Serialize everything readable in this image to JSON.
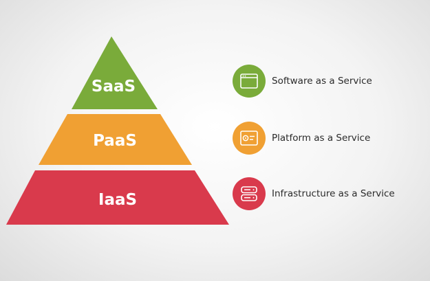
{
  "tiers": [
    {
      "label": "SaaS",
      "color": "#7aab3a",
      "description": "Software as a Service",
      "icon": "browser-window-icon"
    },
    {
      "label": "PaaS",
      "color": "#f0a033",
      "description": "Platform as a Service",
      "icon": "platform-card-icon"
    },
    {
      "label": "IaaS",
      "color": "#d93a4c",
      "description": "Infrastructure as a Service",
      "icon": "server-stack-icon"
    }
  ]
}
